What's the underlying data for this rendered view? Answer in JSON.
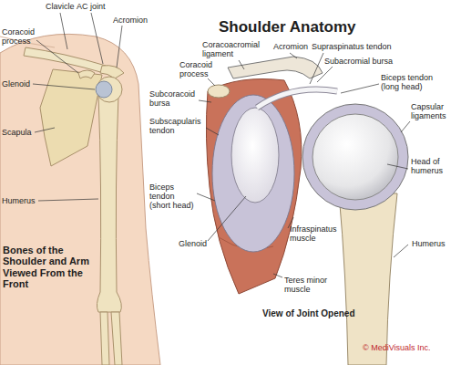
{
  "diagram": {
    "title": "Shoulder Anatomy",
    "labels": [
      "Clavicle",
      "AC joint",
      "Acromion",
      "Coracoid process",
      "Glenoid",
      "Scapula",
      "Humerus",
      "Bones of the Shoulder and Arm Viewed From the Front",
      "Coracoacromial ligament",
      "Acromion",
      "Supraspinatus tendon",
      "Subacromial bursa",
      "Coracoid process",
      "Biceps tendon (long head)",
      "Subcoracoid bursa",
      "Capsular ligaments",
      "Subscapularis tendon",
      "Head of humerus",
      "Biceps tendon (short head)",
      "Humerus",
      "Glenoid",
      "Infraspinatus muscle",
      "Teres minor muscle",
      "View of Joint Opened",
      "© MediVisuals Inc."
    ]
  }
}
